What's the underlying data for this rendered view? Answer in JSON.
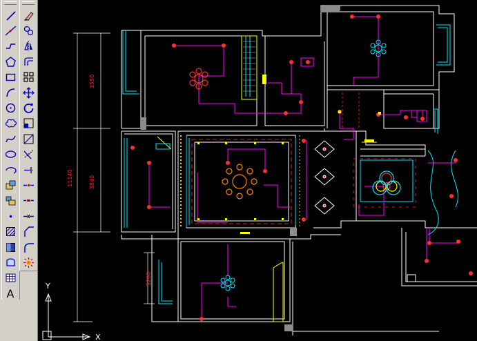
{
  "toolbars": {
    "draw": [
      {
        "name": "line-icon",
        "tip": "Line"
      },
      {
        "name": "construction-line-icon",
        "tip": "Construction Line"
      },
      {
        "name": "polyline-icon",
        "tip": "Polyline"
      },
      {
        "name": "polygon-icon",
        "tip": "Polygon"
      },
      {
        "name": "rectangle-icon",
        "tip": "Rectangle"
      },
      {
        "name": "arc-icon",
        "tip": "Arc"
      },
      {
        "name": "circle-icon",
        "tip": "Circle"
      },
      {
        "name": "revision-cloud-icon",
        "tip": "Revision Cloud"
      },
      {
        "name": "spline-icon",
        "tip": "Spline"
      },
      {
        "name": "ellipse-icon",
        "tip": "Ellipse"
      },
      {
        "name": "ellipse-arc-icon",
        "tip": "Ellipse Arc"
      },
      {
        "name": "insert-block-icon",
        "tip": "Insert Block"
      },
      {
        "name": "make-block-icon",
        "tip": "Make Block"
      },
      {
        "name": "point-icon",
        "tip": "Point"
      },
      {
        "name": "hatch-icon",
        "tip": "Hatch"
      },
      {
        "name": "gradient-icon",
        "tip": "Gradient"
      },
      {
        "name": "region-icon",
        "tip": "Region"
      },
      {
        "name": "table-icon",
        "tip": "Table"
      },
      {
        "name": "multiline-text-icon",
        "tip": "Multiline Text",
        "glyph": "A"
      }
    ],
    "modify": [
      {
        "name": "erase-icon",
        "tip": "Erase"
      },
      {
        "name": "copy-icon",
        "tip": "Copy"
      },
      {
        "name": "mirror-icon",
        "tip": "Mirror"
      },
      {
        "name": "offset-icon",
        "tip": "Offset"
      },
      {
        "name": "array-icon",
        "tip": "Array"
      },
      {
        "name": "move-icon",
        "tip": "Move"
      },
      {
        "name": "rotate-icon",
        "tip": "Rotate"
      },
      {
        "name": "scale-icon",
        "tip": "Scale"
      },
      {
        "name": "stretch-icon",
        "tip": "Stretch"
      },
      {
        "name": "trim-icon",
        "tip": "Trim"
      },
      {
        "name": "extend-icon",
        "tip": "Extend"
      },
      {
        "name": "break-at-point-icon",
        "tip": "Break at Point"
      },
      {
        "name": "break-icon",
        "tip": "Break"
      },
      {
        "name": "join-icon",
        "tip": "Join"
      },
      {
        "name": "chamfer-icon",
        "tip": "Chamfer"
      },
      {
        "name": "fillet-icon",
        "tip": "Fillet"
      },
      {
        "name": "explode-icon",
        "tip": "Explode"
      }
    ]
  },
  "drawing": {
    "dimensions": {
      "top_room": "3550",
      "middle_room": "3840",
      "overall": "11140",
      "bottom_room": "3260"
    },
    "ucs": {
      "x_label": "X",
      "y_label": "Y"
    },
    "colors": {
      "background": "#000000",
      "walls": "#ffffff",
      "windows": "#00e5ff",
      "wiring": "#ff00ff",
      "fixtures": "#ff3030",
      "doors": "#ffff00",
      "dimension_text": "#ff2020"
    }
  }
}
